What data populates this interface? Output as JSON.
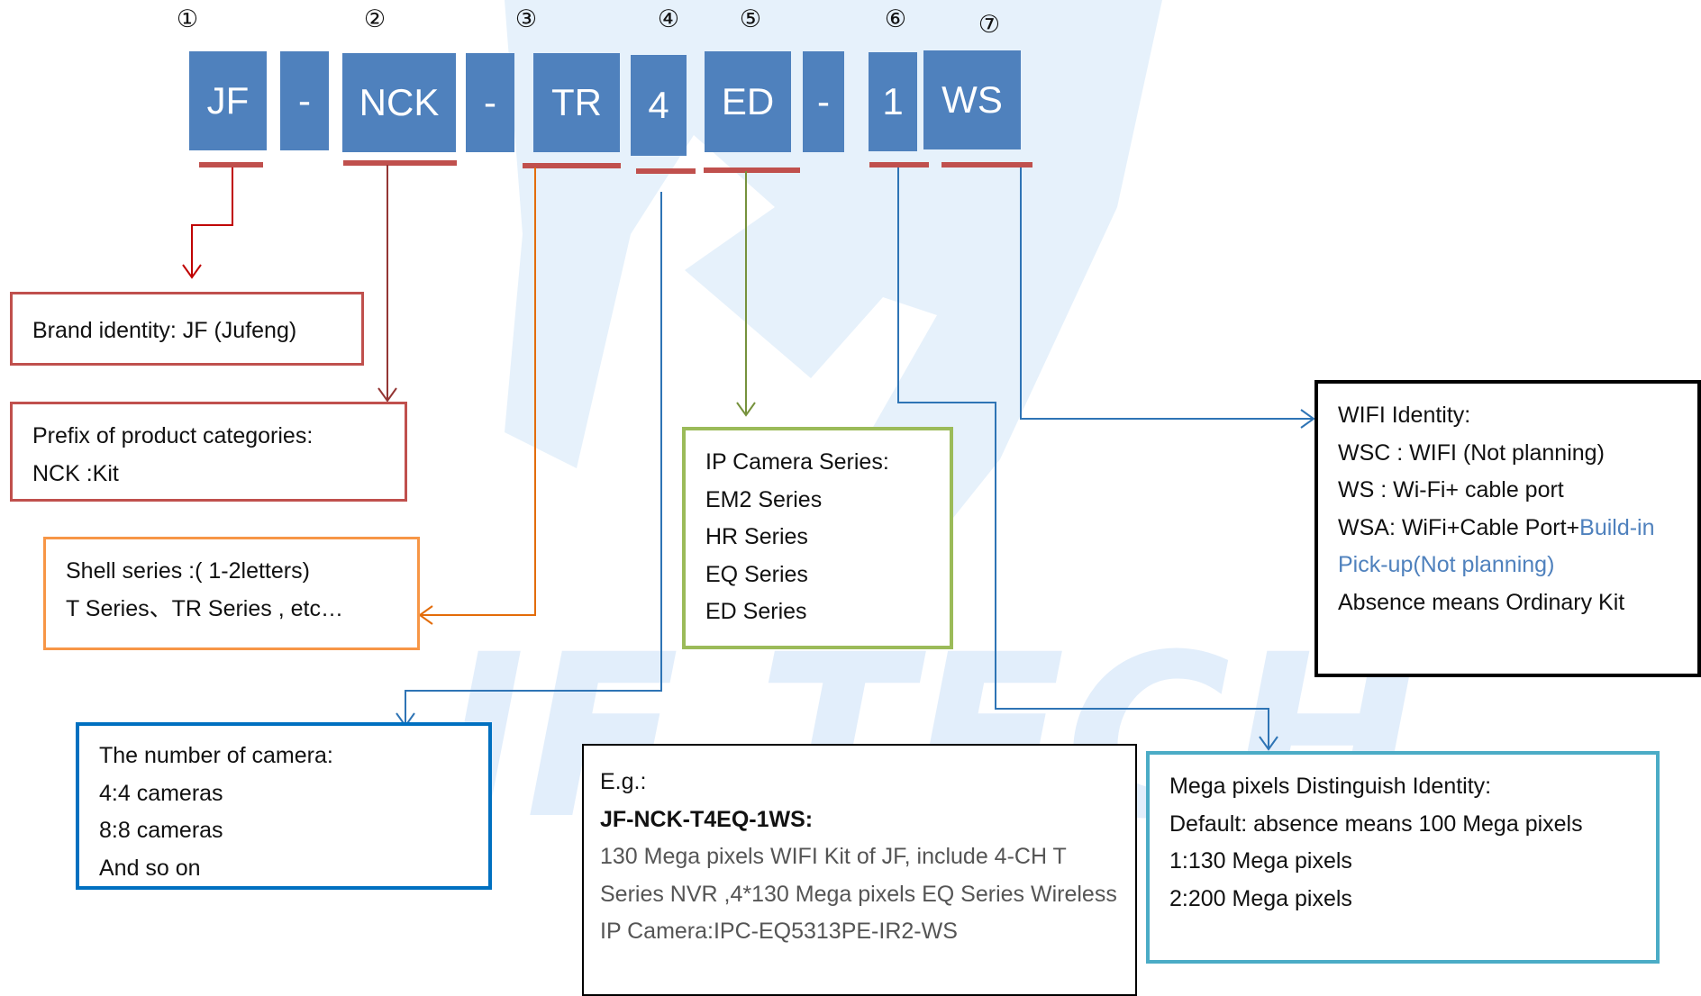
{
  "circled_numbers": [
    "①",
    "②",
    "③",
    "④",
    "⑤",
    "⑥",
    "⑦"
  ],
  "segments": [
    "JF",
    "-",
    "NCK",
    "-",
    "TR",
    "4",
    "ED",
    "-",
    "1",
    "WS"
  ],
  "boxes": {
    "brand": {
      "line1": "Brand identity: JF (Jufeng)"
    },
    "prefix": {
      "line1": "Prefix of product categories:",
      "line2": "NCK :Kit"
    },
    "shell": {
      "line1": "Shell series :( 1-2letters)",
      "line2": "T Series、TR Series , etc…"
    },
    "camera_count": {
      "line1": "The number of camera:",
      "line2": "4:4 cameras",
      "line3": "8:8 cameras",
      "line4": "And so on"
    },
    "ip_series": {
      "line1": "IP Camera Series:",
      "line2": "EM2 Series",
      "line3": "HR Series",
      "line4": "EQ Series",
      "line5": "ED Series"
    },
    "example": {
      "line1": "E.g.:",
      "line2": "JF-NCK-T4EQ-1WS:",
      "line3": "130 Mega pixels WIFI Kit of JF, include 4-CH T",
      "line4": "Series NVR ,4*130 Mega pixels EQ Series Wireless",
      "line5": "IP Camera:IPC-EQ5313PE-IR2-WS"
    },
    "wifi": {
      "line1": "WIFI Identity:",
      "line2": "WSC  :  WIFI (Not planning)",
      "line3": "WS  :  Wi-Fi+ cable port",
      "line4_a": "WSA:  WiFi+Cable Port+",
      "line4_b": "Build-in",
      "line5": "Pick-up(Not planning)",
      "line6": "Absence means Ordinary Kit"
    },
    "mega": {
      "line1": "Mega pixels Distinguish Identity:",
      "line2": "Default:  absence  means  100  Mega  pixels",
      "line3": "1:130  Mega  pixels",
      "line4": "2:200  Mega  pixels"
    }
  },
  "watermark": {
    "text": "JF TECH"
  },
  "colors": {
    "segment_fill": "#4f81bd",
    "underline": "#c0504d",
    "brand_border": "#c0504d",
    "shell_border": "#f79646",
    "camera_border": "#0070c0",
    "ip_border": "#9bbb59",
    "wifi_border": "#000000",
    "mega_border": "#4bacc6",
    "watermark": "#e3f0fc"
  }
}
